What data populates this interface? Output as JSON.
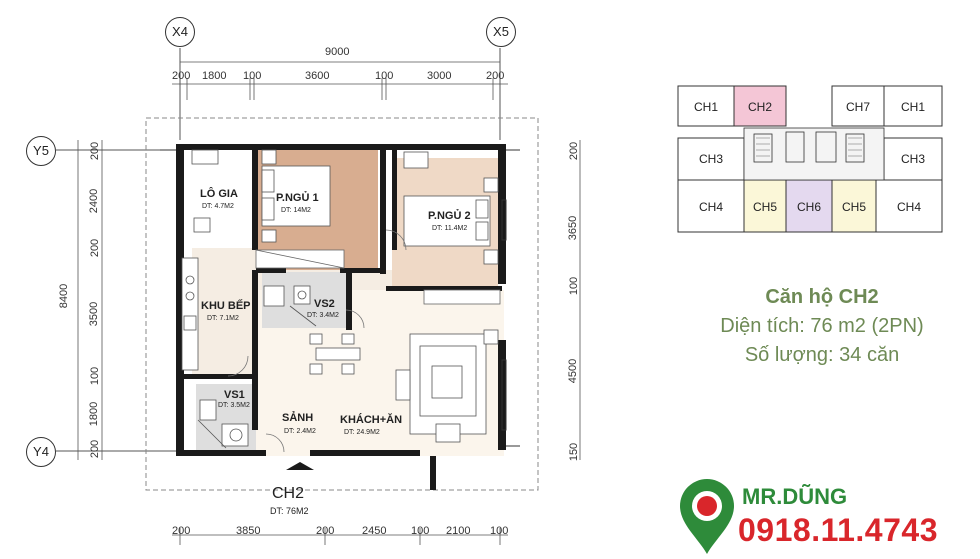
{
  "floorplan": {
    "grid": {
      "x4": "X4",
      "x5": "X5",
      "y5": "Y5",
      "y4": "Y4"
    },
    "top_total": "9000",
    "top_dims": [
      "200",
      "1800",
      "100",
      "3600",
      "100",
      "3000",
      "200"
    ],
    "bottom_dims": [
      "200",
      "3850",
      "200",
      "2450",
      "100",
      "2100",
      "100"
    ],
    "left_total": "8400",
    "left_dims": [
      "200",
      "2400",
      "200",
      "3500",
      "100",
      "1800",
      "200"
    ],
    "right_dims": [
      "200",
      "3650",
      "100",
      "4500",
      "150"
    ],
    "rooms": {
      "logia": {
        "name": "LÔ GIA",
        "area": "DT: 4.7M2"
      },
      "bed1": {
        "name": "P.NGỦ 1",
        "area": "DT: 14M2"
      },
      "bed2": {
        "name": "P.NGỦ 2",
        "area": "DT: 11.4M2"
      },
      "kitchen": {
        "name": "KHU BẾP",
        "area": "DT: 7.1M2"
      },
      "vs2": {
        "name": "VS2",
        "area": "DT: 3.4M2"
      },
      "vs1": {
        "name": "VS1",
        "area": "DT: 3.5M2"
      },
      "lobby": {
        "name": "SẢNH",
        "area": "DT: 2.4M2"
      },
      "living": {
        "name": "KHÁCH+ĂN",
        "area": "DT: 24.9M2"
      }
    },
    "unit_label": "CH2",
    "unit_area": "DT: 76M2"
  },
  "keyplan": {
    "cells": [
      "CH1",
      "CH2",
      "CH7",
      "CH1",
      "CH3",
      "CH3",
      "CH4",
      "CH5",
      "CH6",
      "CH5",
      "CH4"
    ],
    "colors": {
      "ch2": "#f4c6d6",
      "ch5": "#fbf7d8",
      "ch6": "#e4d9ef"
    }
  },
  "info": {
    "title": "Căn hộ CH2",
    "area": "Diện tích: 76 m2 (2PN)",
    "count": "Số lượng: 34 căn"
  },
  "contact": {
    "name": "MR.DŨNG",
    "phone": "0918.11.4743",
    "icon": "map-pin-icon",
    "colors": {
      "green": "#2e8b3a",
      "red": "#d9262b"
    }
  }
}
